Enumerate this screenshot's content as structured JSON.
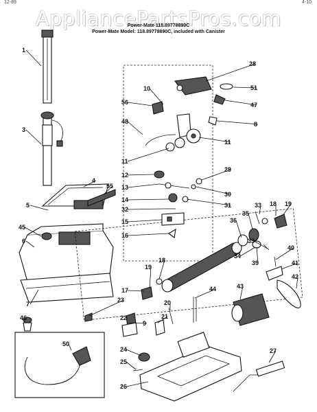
{
  "header": {
    "watermark": "AppliancePartsPros.com",
    "model_line": "Power-Mate Model: 118.89778890C, included with Canister",
    "model_line_top": "Power-Mate 118.89778890C",
    "corner_left": "12-89",
    "corner_right": "4-10"
  },
  "callouts": [
    "1",
    "3",
    "4",
    "55",
    "5",
    "45",
    "6",
    "7",
    "46",
    "50",
    "28",
    "10",
    "51",
    "56",
    "47",
    "48",
    "8",
    "11",
    "11",
    "29",
    "12",
    "13",
    "30",
    "14",
    "31",
    "32",
    "15",
    "16",
    "33",
    "18",
    "19",
    "36",
    "35",
    "39",
    "33",
    "34",
    "40",
    "41",
    "42",
    "19",
    "18",
    "17",
    "23",
    "43",
    "44",
    "20",
    "22",
    "9",
    "21",
    "24",
    "25",
    "27",
    "26"
  ],
  "colors": {
    "ink": "#111111",
    "background": "#ffffff"
  }
}
